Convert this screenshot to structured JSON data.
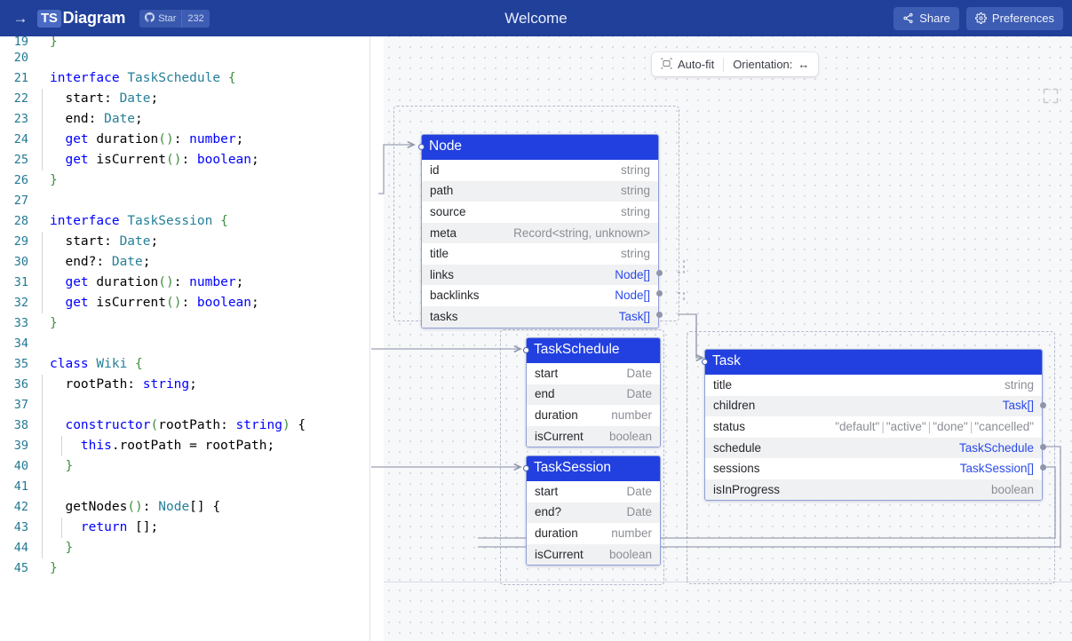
{
  "header": {
    "back_icon": "arrow-right-icon",
    "brand_badge": "TS",
    "brand_name": "Diagram",
    "github": {
      "icon": "github-icon",
      "label": "Star",
      "count": "232"
    },
    "title": "Welcome",
    "share_label": "Share",
    "preferences_label": "Preferences",
    "brand_color": "#21409a"
  },
  "editor": {
    "lines": [
      {
        "num": "19",
        "indent": 0,
        "tokens": [
          {
            "t": "}",
            "c": "punct-g"
          }
        ]
      },
      {
        "num": "20",
        "indent": 0,
        "tokens": []
      },
      {
        "num": "21",
        "indent": 0,
        "tokens": [
          {
            "t": "interface ",
            "c": "kw"
          },
          {
            "t": "TaskSchedule ",
            "c": "typ"
          },
          {
            "t": "{",
            "c": "punct-g"
          }
        ]
      },
      {
        "num": "22",
        "indent": 1,
        "tokens": [
          {
            "t": "  start: ",
            "c": "plain"
          },
          {
            "t": "Date",
            "c": "typ"
          },
          {
            "t": ";",
            "c": "plain"
          }
        ]
      },
      {
        "num": "23",
        "indent": 1,
        "tokens": [
          {
            "t": "  end: ",
            "c": "plain"
          },
          {
            "t": "Date",
            "c": "typ"
          },
          {
            "t": ";",
            "c": "plain"
          }
        ]
      },
      {
        "num": "24",
        "indent": 1,
        "tokens": [
          {
            "t": "  get ",
            "c": "kw"
          },
          {
            "t": "duration",
            "c": "plain"
          },
          {
            "t": "()",
            "c": "punct-g"
          },
          {
            "t": ": ",
            "c": "plain"
          },
          {
            "t": "number",
            "c": "kw"
          },
          {
            "t": ";",
            "c": "plain"
          }
        ]
      },
      {
        "num": "25",
        "indent": 1,
        "tokens": [
          {
            "t": "  get ",
            "c": "kw"
          },
          {
            "t": "isCurrent",
            "c": "plain"
          },
          {
            "t": "()",
            "c": "punct-g"
          },
          {
            "t": ": ",
            "c": "plain"
          },
          {
            "t": "boolean",
            "c": "kw"
          },
          {
            "t": ";",
            "c": "plain"
          }
        ]
      },
      {
        "num": "26",
        "indent": 0,
        "tokens": [
          {
            "t": "}",
            "c": "punct-g"
          }
        ]
      },
      {
        "num": "27",
        "indent": 0,
        "tokens": []
      },
      {
        "num": "28",
        "indent": 0,
        "tokens": [
          {
            "t": "interface ",
            "c": "kw"
          },
          {
            "t": "TaskSession ",
            "c": "typ"
          },
          {
            "t": "{",
            "c": "punct-g"
          }
        ]
      },
      {
        "num": "29",
        "indent": 1,
        "tokens": [
          {
            "t": "  start: ",
            "c": "plain"
          },
          {
            "t": "Date",
            "c": "typ"
          },
          {
            "t": ";",
            "c": "plain"
          }
        ]
      },
      {
        "num": "30",
        "indent": 1,
        "tokens": [
          {
            "t": "  end?: ",
            "c": "plain"
          },
          {
            "t": "Date",
            "c": "typ"
          },
          {
            "t": ";",
            "c": "plain"
          }
        ]
      },
      {
        "num": "31",
        "indent": 1,
        "tokens": [
          {
            "t": "  get ",
            "c": "kw"
          },
          {
            "t": "duration",
            "c": "plain"
          },
          {
            "t": "()",
            "c": "punct-g"
          },
          {
            "t": ": ",
            "c": "plain"
          },
          {
            "t": "number",
            "c": "kw"
          },
          {
            "t": ";",
            "c": "plain"
          }
        ]
      },
      {
        "num": "32",
        "indent": 1,
        "tokens": [
          {
            "t": "  get ",
            "c": "kw"
          },
          {
            "t": "isCurrent",
            "c": "plain"
          },
          {
            "t": "()",
            "c": "punct-g"
          },
          {
            "t": ": ",
            "c": "plain"
          },
          {
            "t": "boolean",
            "c": "kw"
          },
          {
            "t": ";",
            "c": "plain"
          }
        ]
      },
      {
        "num": "33",
        "indent": 0,
        "tokens": [
          {
            "t": "}",
            "c": "punct-g"
          }
        ]
      },
      {
        "num": "34",
        "indent": 0,
        "tokens": []
      },
      {
        "num": "35",
        "indent": 0,
        "tokens": [
          {
            "t": "class ",
            "c": "kw"
          },
          {
            "t": "Wiki ",
            "c": "typ"
          },
          {
            "t": "{",
            "c": "punct-g"
          }
        ]
      },
      {
        "num": "36",
        "indent": 1,
        "tokens": [
          {
            "t": "  rootPath: ",
            "c": "plain"
          },
          {
            "t": "string",
            "c": "kw"
          },
          {
            "t": ";",
            "c": "plain"
          }
        ]
      },
      {
        "num": "37",
        "indent": 1,
        "tokens": []
      },
      {
        "num": "38",
        "indent": 1,
        "tokens": [
          {
            "t": "  constructor",
            "c": "kw"
          },
          {
            "t": "(",
            "c": "punct-g"
          },
          {
            "t": "rootPath: ",
            "c": "plain"
          },
          {
            "t": "string",
            "c": "kw"
          },
          {
            "t": ")",
            "c": "punct-g"
          },
          {
            "t": " {",
            "c": "plain"
          }
        ]
      },
      {
        "num": "39",
        "indent": 2,
        "tokens": [
          {
            "t": "    this",
            "c": "kw"
          },
          {
            "t": ".rootPath = rootPath;",
            "c": "plain"
          }
        ]
      },
      {
        "num": "40",
        "indent": 1,
        "tokens": [
          {
            "t": "  }",
            "c": "punct-g"
          }
        ]
      },
      {
        "num": "41",
        "indent": 1,
        "tokens": []
      },
      {
        "num": "42",
        "indent": 1,
        "tokens": [
          {
            "t": "  getNodes",
            "c": "plain"
          },
          {
            "t": "()",
            "c": "punct-g"
          },
          {
            "t": ": ",
            "c": "plain"
          },
          {
            "t": "Node",
            "c": "typ"
          },
          {
            "t": "[] {",
            "c": "plain"
          }
        ]
      },
      {
        "num": "43",
        "indent": 2,
        "tokens": [
          {
            "t": "    return ",
            "c": "kw"
          },
          {
            "t": "[]",
            "c": "plain"
          },
          {
            "t": ";",
            "c": "plain"
          }
        ]
      },
      {
        "num": "44",
        "indent": 1,
        "tokens": [
          {
            "t": "  }",
            "c": "punct-g"
          }
        ]
      },
      {
        "num": "45",
        "indent": 0,
        "tokens": [
          {
            "t": "}",
            "c": "punct-g"
          }
        ]
      }
    ]
  },
  "diagram": {
    "toolbar": {
      "autofit_icon": "auto-fit-icon",
      "autofit_label": "Auto-fit",
      "orientation_label": "Orientation:",
      "orientation_value": "↔"
    },
    "fullscreen_icon": "fullscreen-icon",
    "accent_header": "#2240e0",
    "ref_color": "#2a4ae8",
    "entities": [
      {
        "id": "node",
        "name": "Node",
        "fields": [
          {
            "key": "id",
            "type": "string",
            "ref": false
          },
          {
            "key": "path",
            "type": "string",
            "ref": false
          },
          {
            "key": "source",
            "type": "string",
            "ref": false
          },
          {
            "key": "meta",
            "type": "Record<string, unknown>",
            "ref": false
          },
          {
            "key": "title",
            "type": "string",
            "ref": false
          },
          {
            "key": "links",
            "type": "Node[]",
            "ref": true
          },
          {
            "key": "backlinks",
            "type": "Node[]",
            "ref": true
          },
          {
            "key": "tasks",
            "type": "Task[]",
            "ref": true
          }
        ]
      },
      {
        "id": "taskschedule",
        "name": "TaskSchedule",
        "fields": [
          {
            "key": "start",
            "type": "Date",
            "ref": false
          },
          {
            "key": "end",
            "type": "Date",
            "ref": false
          },
          {
            "key": "duration",
            "type": "number",
            "ref": false
          },
          {
            "key": "isCurrent",
            "type": "boolean",
            "ref": false
          }
        ]
      },
      {
        "id": "tasksession",
        "name": "TaskSession",
        "fields": [
          {
            "key": "start",
            "type": "Date",
            "ref": false
          },
          {
            "key": "end?",
            "type": "Date",
            "ref": false
          },
          {
            "key": "duration",
            "type": "number",
            "ref": false
          },
          {
            "key": "isCurrent",
            "type": "boolean",
            "ref": false
          }
        ]
      },
      {
        "id": "task",
        "name": "Task",
        "fields": [
          {
            "key": "title",
            "type": "string",
            "ref": false
          },
          {
            "key": "children",
            "type": "Task[]",
            "ref": true
          },
          {
            "key": "status",
            "type": "\"default\" | \"active\" | \"done\" | \"cancelled\"",
            "ref": false,
            "union": true
          },
          {
            "key": "schedule",
            "type": "TaskSchedule",
            "ref": true
          },
          {
            "key": "sessions",
            "type": "TaskSession[]",
            "ref": true
          },
          {
            "key": "isInProgress",
            "type": "boolean",
            "ref": false
          }
        ]
      }
    ]
  }
}
